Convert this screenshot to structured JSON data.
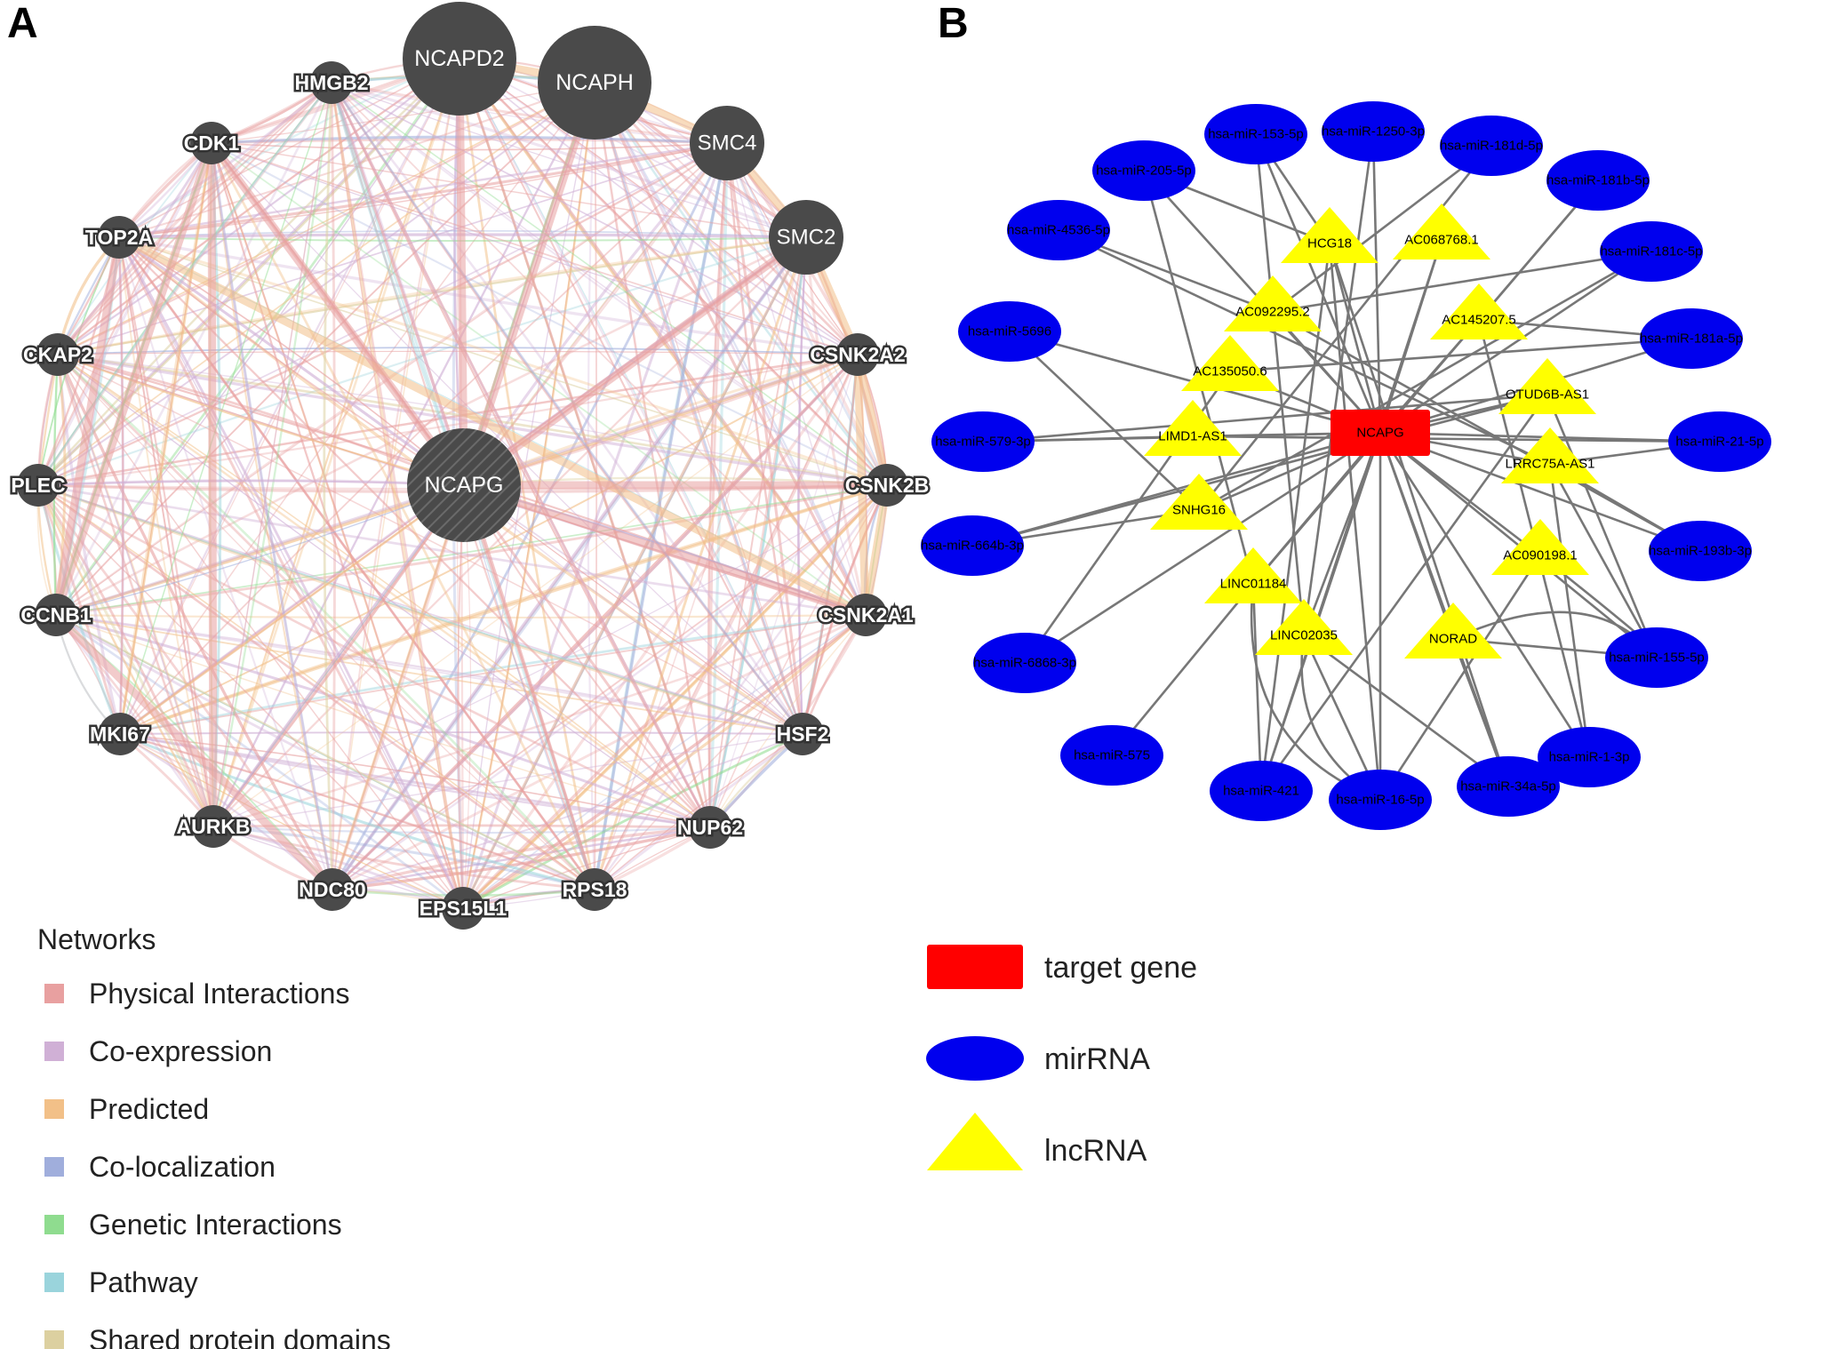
{
  "panel_a": {
    "letter": "A",
    "nodes": [
      {
        "id": "NCAPD2",
        "size": "large"
      },
      {
        "id": "NCAPH",
        "size": "large"
      },
      {
        "id": "SMC4",
        "size": "medium"
      },
      {
        "id": "SMC2",
        "size": "medium"
      },
      {
        "id": "CSNK2A2",
        "size": "small"
      },
      {
        "id": "CSNK2B",
        "size": "small"
      },
      {
        "id": "CSNK2A1",
        "size": "small"
      },
      {
        "id": "HSF2",
        "size": "small"
      },
      {
        "id": "NUP62",
        "size": "small"
      },
      {
        "id": "RPS18",
        "size": "small"
      },
      {
        "id": "EPS15L1",
        "size": "small"
      },
      {
        "id": "NDC80",
        "size": "small"
      },
      {
        "id": "AURKB",
        "size": "small"
      },
      {
        "id": "MKI67",
        "size": "small"
      },
      {
        "id": "CCNB1",
        "size": "small"
      },
      {
        "id": "PLEC",
        "size": "small"
      },
      {
        "id": "CKAP2",
        "size": "small"
      },
      {
        "id": "TOP2A",
        "size": "small"
      },
      {
        "id": "CDK1",
        "size": "small"
      },
      {
        "id": "HMGB2",
        "size": "small"
      }
    ],
    "center_node": "NCAPG",
    "node_color": "#4a4a4a",
    "legend": {
      "title": "Networks",
      "items": [
        {
          "label": "Physical Interactions",
          "color": "#e8a0a0"
        },
        {
          "label": "Co-expression",
          "color": "#d0b0d6"
        },
        {
          "label": "Predicted",
          "color": "#f2c088"
        },
        {
          "label": "Co-localization",
          "color": "#a0aedc"
        },
        {
          "label": "Genetic Interactions",
          "color": "#8fdc8f"
        },
        {
          "label": "Pathway",
          "color": "#9ad4dc"
        },
        {
          "label": "Shared protein domains",
          "color": "#dcd0a0"
        }
      ]
    }
  },
  "panel_b": {
    "letter": "B",
    "target": {
      "id": "NCAPG",
      "color": "#ff0000"
    },
    "lncrnas": [
      "HCG18",
      "AC068768.1",
      "AC092295.2",
      "AC145207.5",
      "AC135050.6",
      "OTUD6B-AS1",
      "LIMD1-AS1",
      "LRRC75A-AS1",
      "SNHG16",
      "AC090198.1",
      "LINC01184",
      "LINC02035",
      "NORAD"
    ],
    "mirnas": [
      "hsa-miR-153-5p",
      "hsa-miR-1250-3p",
      "hsa-miR-181d-5p",
      "hsa-miR-205-5p",
      "hsa-miR-181b-5p",
      "hsa-miR-4536-5p",
      "hsa-miR-181c-5p",
      "hsa-miR-5696",
      "hsa-miR-181a-5p",
      "hsa-miR-579-3p",
      "hsa-miR-21-5p",
      "hsa-miR-664b-3p",
      "hsa-miR-193b-3p",
      "hsa-miR-6868-3p",
      "hsa-miR-155-5p",
      "hsa-miR-575",
      "hsa-miR-1-3p",
      "hsa-miR-421",
      "hsa-miR-16-5p",
      "hsa-miR-34a-5p"
    ],
    "mirna_color": "#0000ee",
    "lncrna_color": "#ffff00",
    "edge_color": "#777777",
    "legend": [
      {
        "label": "target gene",
        "shape": "rect",
        "color": "#ff0000"
      },
      {
        "label": "mirRNA",
        "shape": "ellipse",
        "color": "#0000ee"
      },
      {
        "label": "lncRNA",
        "shape": "triangle",
        "color": "#ffff00"
      }
    ]
  }
}
